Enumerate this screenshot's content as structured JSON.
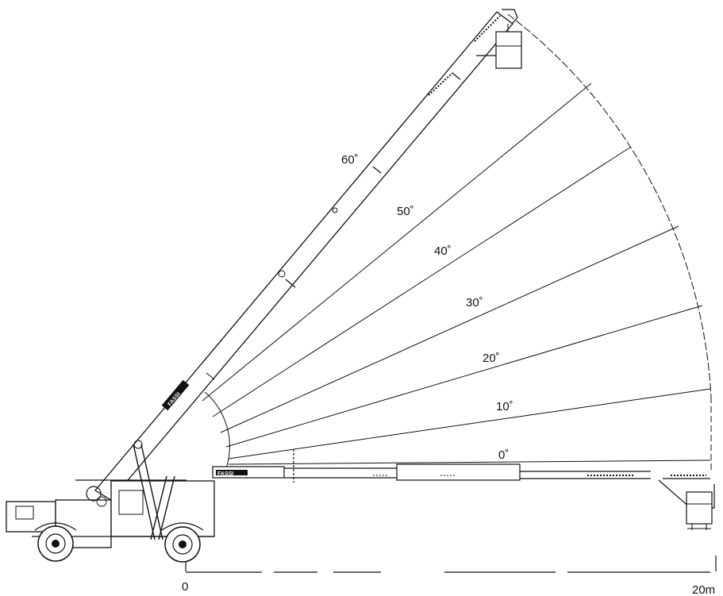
{
  "angles": [
    {
      "label": "60˚",
      "deg": 60
    },
    {
      "label": "50˚",
      "deg": 50
    },
    {
      "label": "40˚",
      "deg": 40
    },
    {
      "label": "30˚",
      "deg": 30
    },
    {
      "label": "20˚",
      "deg": 20
    },
    {
      "label": "10˚",
      "deg": 10
    },
    {
      "label": "0˚",
      "deg": 0
    }
  ],
  "scale": {
    "start_label": "0",
    "end_label": "20m"
  },
  "brand_mark": "FASSI"
}
